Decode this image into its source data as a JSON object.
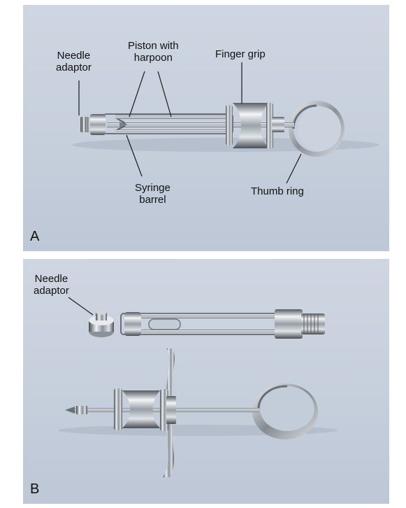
{
  "panel_a": {
    "letter": "A",
    "labels": {
      "needle_adaptor": "Needle\nadaptor",
      "piston_with_harpoon": "Piston with\nharpoon",
      "finger_grip": "Finger grip",
      "syringe_barrel": "Syringe\nbarrel",
      "thumb_ring": "Thumb ring"
    }
  },
  "panel_b": {
    "letter": "B",
    "labels": {
      "needle_adaptor": "Needle\nadaptor"
    }
  }
}
